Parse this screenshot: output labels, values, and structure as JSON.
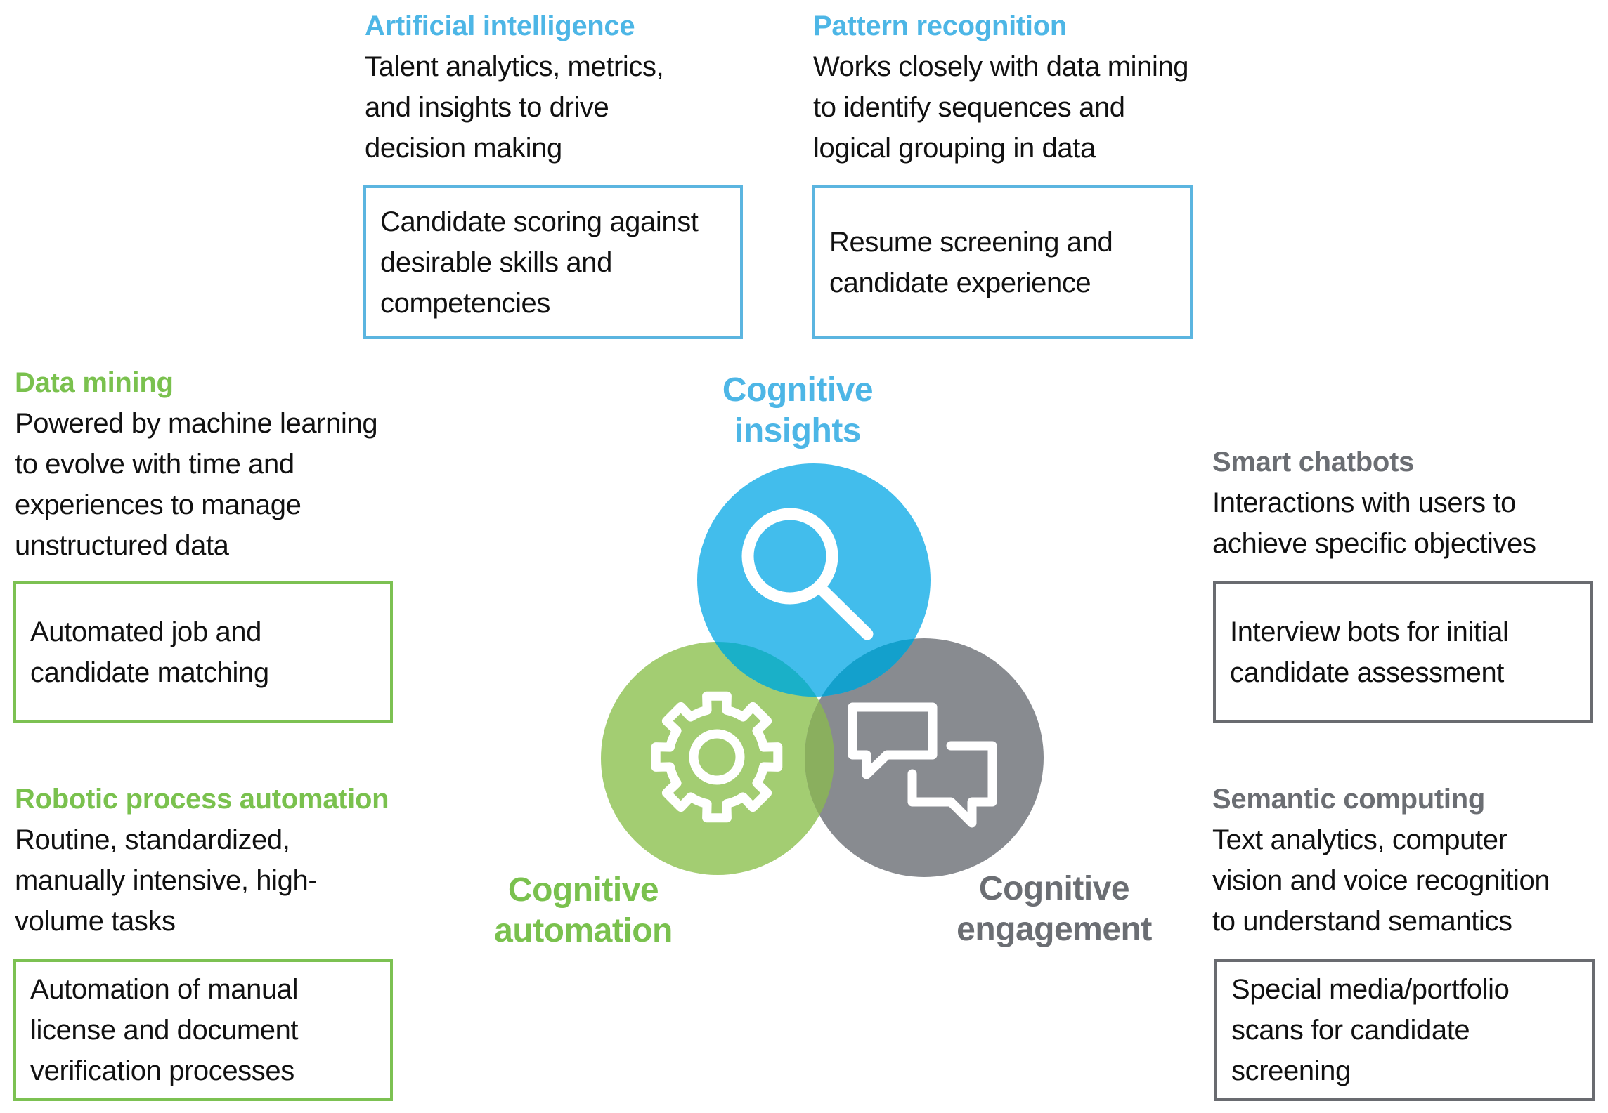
{
  "colors": {
    "insights": "#42BDEC",
    "automation": "#A3CD72",
    "engagement": "#888B90",
    "overlap_insights_automation": "#1AB0C8",
    "overlap_insights_engagement": "#13A0CC",
    "overlap_automation_engagement": "#8AAF5E",
    "title_blue": "#4DB6E6",
    "title_green": "#7AC14E",
    "title_gray": "#6B6E73"
  },
  "hubs": {
    "insights": {
      "label": "Cognitive\ninsights",
      "icon": "magnifier-icon"
    },
    "automation": {
      "label": "Cognitive\nautomation",
      "icon": "gear-icon"
    },
    "engagement": {
      "label": "Cognitive\nengagement",
      "icon": "chat-bubbles-icon"
    }
  },
  "capabilities": {
    "artificial_intelligence": {
      "title": "Artificial intelligence",
      "description": "Talent analytics, metrics,\nand insights to drive\ndecision making",
      "example": "Candidate scoring against\ndesirable skills and\ncompetencies"
    },
    "pattern_recognition": {
      "title": "Pattern recognition",
      "description": "Works closely with data mining\nto identify sequences and\nlogical grouping in data",
      "example": "Resume screening and\ncandidate experience"
    },
    "data_mining": {
      "title": "Data mining",
      "description": "Powered by machine learning\nto evolve with time and\nexperiences to manage\nunstructured data",
      "example": "Automated job and\ncandidate matching"
    },
    "robotic_process_automation": {
      "title": "Robotic process automation",
      "description": "Routine, standardized,\nmanually intensive, high-\nvolume tasks",
      "example": "Automation of manual\nlicense and document\nverification processes"
    },
    "smart_chatbots": {
      "title": "Smart chatbots",
      "description": "Interactions with users to\nachieve specific objectives",
      "example": "Interview bots for initial\ncandidate assessment"
    },
    "semantic_computing": {
      "title": "Semantic computing",
      "description": "Text analytics, computer\nvision and voice recognition\nto understand semantics",
      "example": "Special media/portfolio\nscans for candidate\nscreening"
    }
  }
}
